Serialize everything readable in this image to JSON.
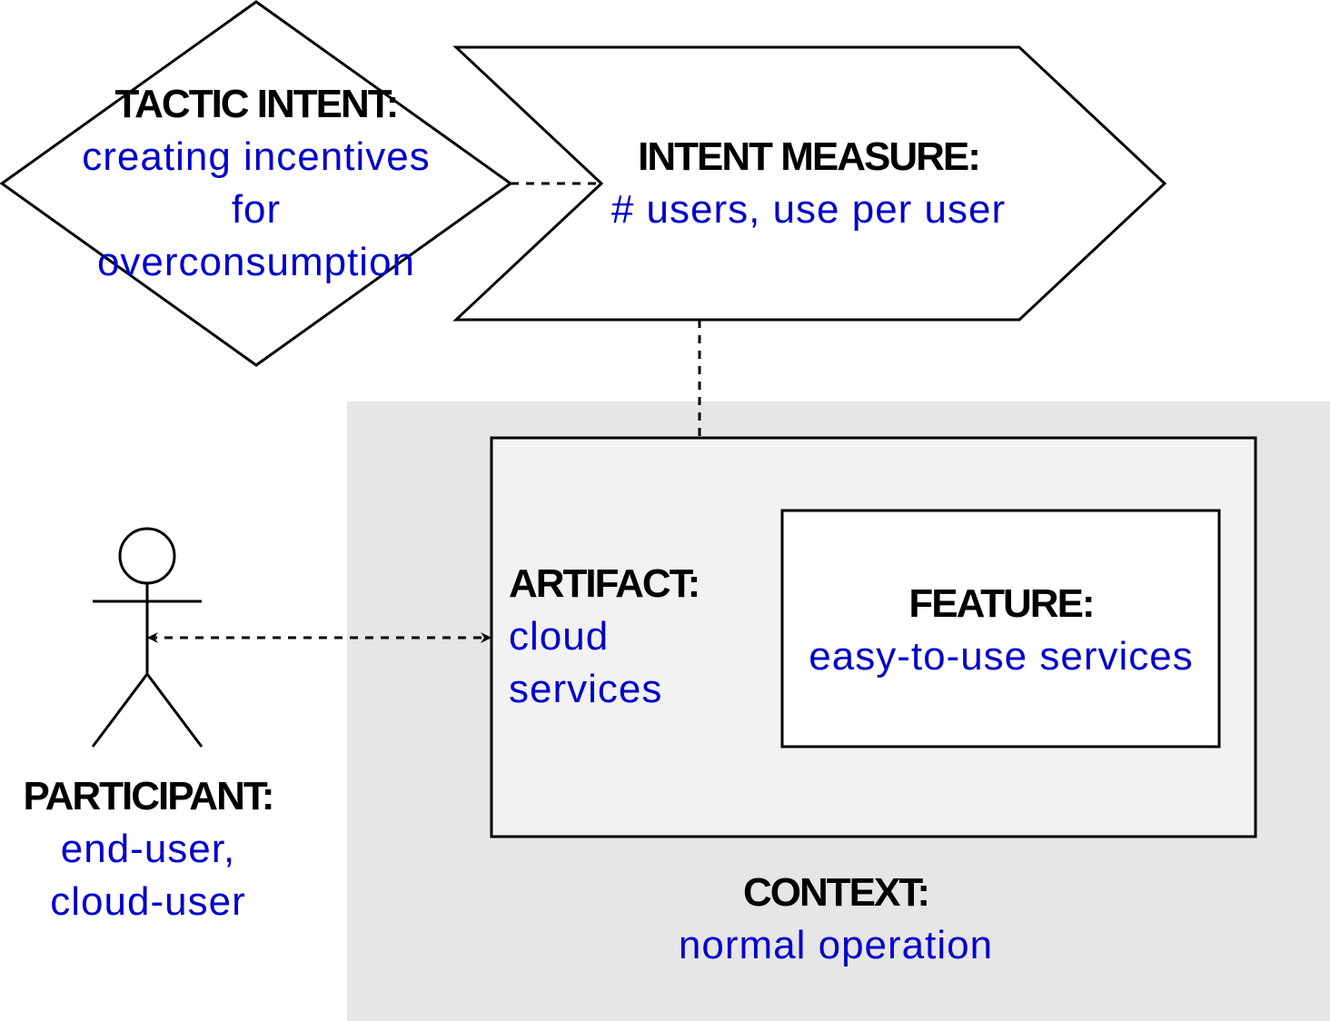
{
  "colors": {
    "value_text": "#0000CC",
    "label_text": "#000000",
    "context_fill": "#E6E6E6",
    "artifact_fill": "#F2F2F2",
    "feature_fill": "#FFFFFF",
    "stroke": "#000000"
  },
  "tactic_intent": {
    "label": "TACTIC INTENT:",
    "value_lines": [
      "creating incentives",
      "for",
      "overconsumption"
    ]
  },
  "intent_measure": {
    "label": "INTENT MEASURE:",
    "value": "# users, use per user"
  },
  "artifact": {
    "label": "ARTIFACT:",
    "value_lines": [
      "cloud",
      "services"
    ]
  },
  "feature": {
    "label": "FEATURE:",
    "value": "easy-to-use services"
  },
  "participant": {
    "label": "PARTICIPANT:",
    "value_lines": [
      "end-user,",
      "cloud-user"
    ]
  },
  "context": {
    "label": "CONTEXT:",
    "value": "normal operation"
  },
  "icons": {
    "participant": "stick-figure-icon"
  }
}
